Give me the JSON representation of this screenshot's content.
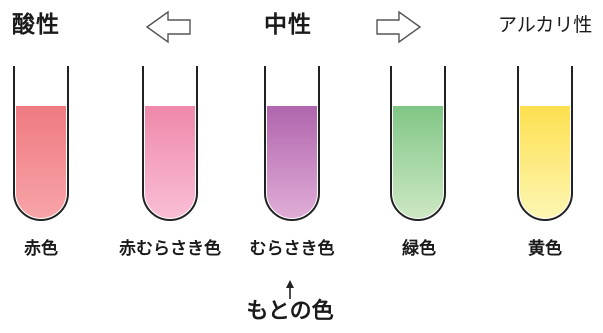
{
  "header": {
    "acidic": "酸性",
    "neutral": "中性",
    "alkaline": "アルカリ性"
  },
  "arrows": {
    "left_icon": "hollow-arrow-left",
    "right_icon": "hollow-arrow-right",
    "pointer_icon": "up-arrow"
  },
  "tubes": [
    {
      "label": "赤色",
      "color_top": "#f07a82",
      "color_bottom": "#f7a4a8"
    },
    {
      "label": "赤むらさき色",
      "color_top": "#ef88ab",
      "color_bottom": "#f9bed6"
    },
    {
      "label": "むらさき色",
      "color_top": "#b065ad",
      "color_bottom": "#e0acd6"
    },
    {
      "label": "緑色",
      "color_top": "#80c686",
      "color_bottom": "#cde8c4"
    },
    {
      "label": "黄色",
      "color_top": "#fde04f",
      "color_bottom": "#fdf6b3"
    }
  ],
  "original_color_label": "もとの色"
}
